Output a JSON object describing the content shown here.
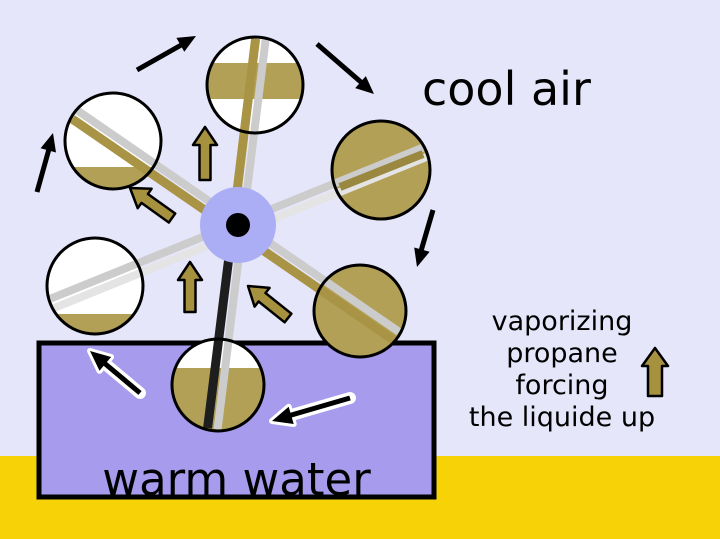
{
  "labels": {
    "cool_air": "cool air",
    "warm_water": "warm water",
    "vapor_line1": "vaporizing",
    "vapor_line2": "propane",
    "vapor_line3": "forcing",
    "vapor_line4": "the liquide up"
  },
  "icons": {
    "rotation_arrow_top_left": "↗",
    "rotation_arrow_top_right": "↘",
    "rotation_arrow_right": "↓",
    "rotation_arrow_left": "↑",
    "rotation_arrow_bottom": "↙",
    "rotation_arrow_lower_left": "↖",
    "vapor_up_arrow": "⬆",
    "inner_vapor_arrows": "⬆"
  },
  "colors": {
    "background": "#e6e6fa",
    "ground_yellow": "#f6d206",
    "water_purple": "#a69bec",
    "hub_purple": "#abaef5",
    "sphere_white": "#ffffff",
    "liquid_tan": "#b2a057",
    "pipe_tan": "#a99344",
    "pipe_gray": "#cccccc",
    "pipe_dark": "#1e1e1e",
    "arrow_tan": "#a6913f",
    "arrow_casing": "#ffffff",
    "outline_black": "#000000"
  }
}
